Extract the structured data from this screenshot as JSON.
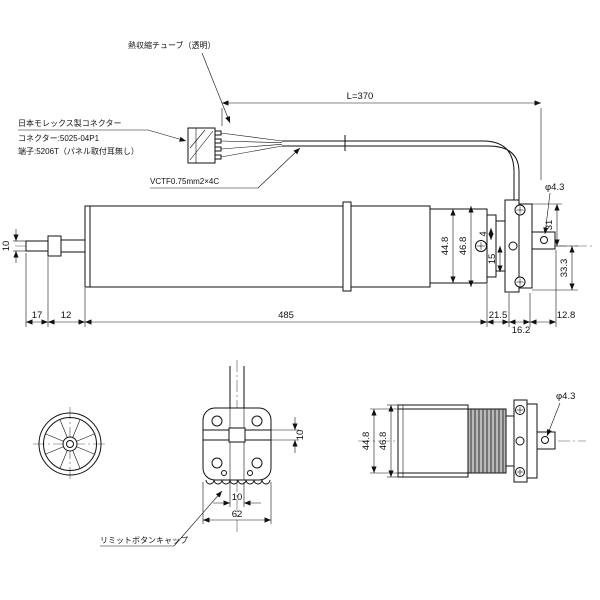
{
  "callouts": {
    "heat_shrink_tube": "熱収縮チューブ（透明）",
    "connector_maker": "日本モレックス製コネクター",
    "connector_model": "コネクター:5025-04P1",
    "connector_terminal": "端子:5206T（パネル取付耳無し）",
    "cable_spec": "VCTF0.75mm2×4C",
    "limit_button_cap": "リミットボタンキャップ"
  },
  "top_view": {
    "cable_length": "L=370",
    "hole_dia": "φ4.3",
    "shaft_width": "10",
    "chain": [
      "17",
      "12",
      "485",
      "21.5",
      "16.2",
      "12.8"
    ],
    "motor_inner_dia": "44.8",
    "motor_outer_dia": "46.8",
    "offset_small": "4",
    "offset_mid": "15",
    "bracket_upper": "31",
    "bracket_lower": "33.3"
  },
  "front_view": {
    "band_height": "10",
    "tube_width": "10",
    "head_width": "62"
  },
  "side_view": {
    "inner_dia": "44.8",
    "outer_dia": "46.8",
    "hole_dia": "φ4.3"
  }
}
